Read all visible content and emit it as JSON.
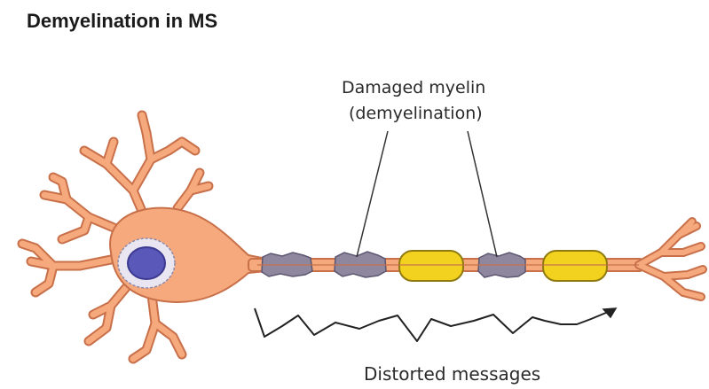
{
  "title": "Demyelination in MS",
  "labels": {
    "damaged_line1": "Damaged myelin",
    "damaged_line2": "(demyelination)",
    "distorted": "Distorted messages"
  },
  "colors": {
    "neuron_body": "#f6a97c",
    "neuron_outline": "#c8704a",
    "nucleus": "#5a58b8",
    "nucleus_halo": "#e9e6f2",
    "myelin_healthy": "#f2d21e",
    "myelin_healthy_outline": "#8f7a10",
    "myelin_damaged": "#8e879e",
    "myelin_damaged_outline": "#5d5670",
    "signal_line": "#222222"
  },
  "icons": {
    "neuron": "neuron-cell-icon",
    "signal_arrow": "arrow-right-icon"
  }
}
